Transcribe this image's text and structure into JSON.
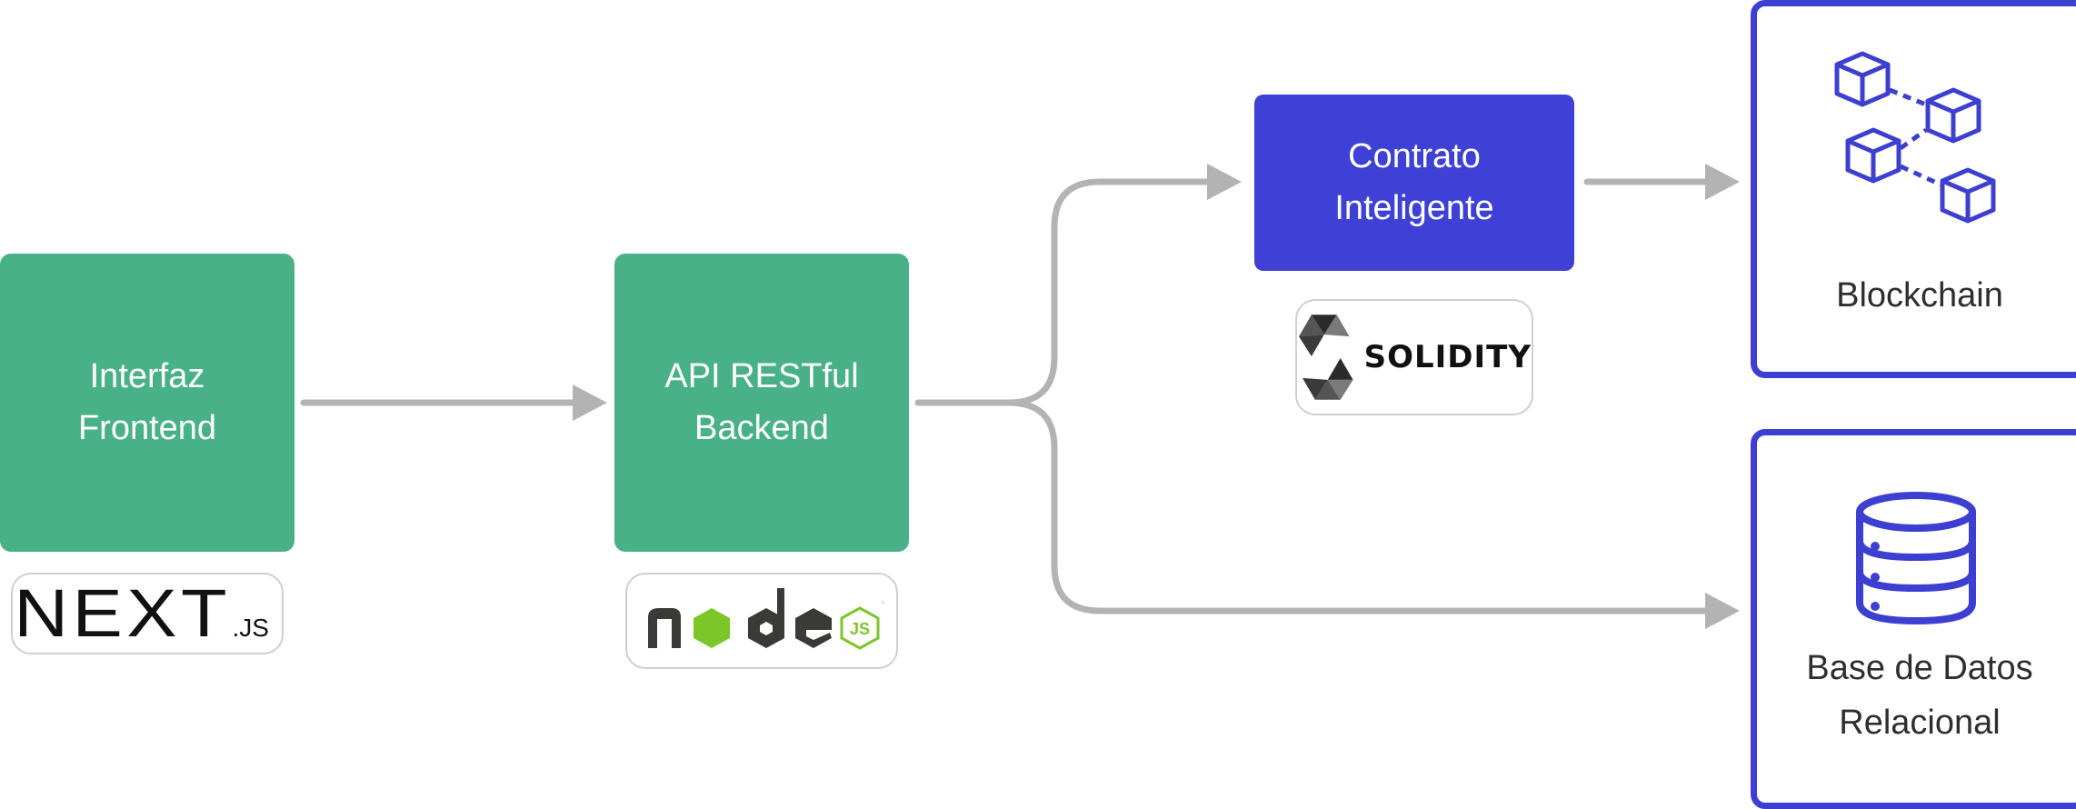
{
  "colors": {
    "green": "#49b188",
    "blue": "#3f40d6",
    "outline_blue": "#3d3fd1",
    "arrow_gray": "#b3b3b3"
  },
  "nodes": {
    "frontend": {
      "line1": "Interfaz",
      "line2": "Frontend",
      "logo_main": "NEXT",
      "logo_suffix": ".JS"
    },
    "backend": {
      "line1": "API RESTful",
      "line2": "Backend",
      "logo_icon": "nodejs-logo"
    },
    "contract": {
      "line1": "Contrato",
      "line2": "Inteligente",
      "logo_text": "SOLIDITY"
    },
    "blockchain": {
      "label": "Blockchain",
      "icon": "blockchain-cubes-icon"
    },
    "database": {
      "line1": "Base de Datos",
      "line2": "Relacional",
      "icon": "database-icon"
    }
  },
  "edges": [
    {
      "from": "frontend",
      "to": "backend"
    },
    {
      "from": "backend",
      "to": "contract"
    },
    {
      "from": "backend",
      "to": "database"
    },
    {
      "from": "contract",
      "to": "blockchain"
    }
  ]
}
